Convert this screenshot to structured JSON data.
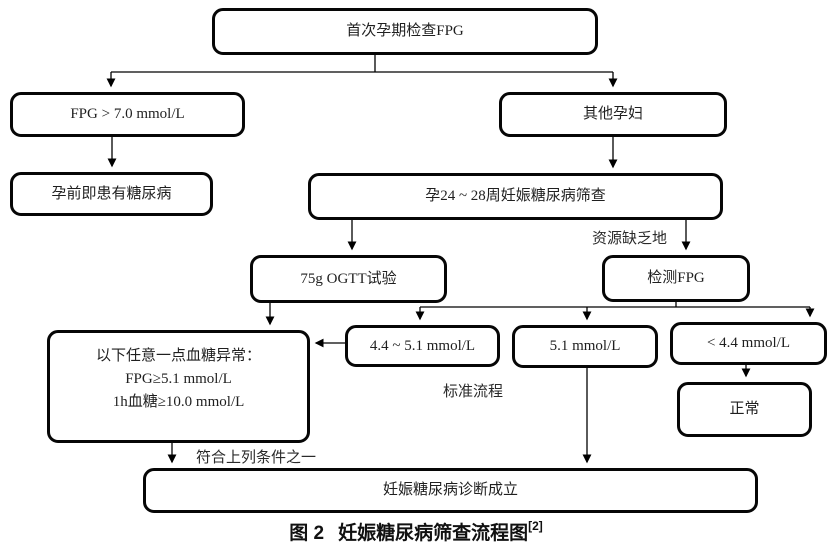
{
  "nodes": {
    "start": {
      "label": "首次孕期检查FPG"
    },
    "fpg_high": {
      "label": "FPG > 7.0 mmol/L"
    },
    "pre_diabetes": {
      "label": "孕前即患有糖尿病"
    },
    "other_pregnant": {
      "label": "其他孕妇"
    },
    "screening": {
      "label": "孕24 ~ 28周妊娠糖尿病筛查"
    },
    "ogtt": {
      "label": "75g OGTT试验"
    },
    "test_fpg": {
      "label": "检测FPG"
    },
    "range_mid": {
      "label": "4.4 ~ 5.1 mmol/L"
    },
    "range_high": {
      "label": "5.1 mmol/L"
    },
    "range_low": {
      "label": "< 4.4 mmol/L"
    },
    "abnormal": {
      "line1": "以下任意一点血糖异常：",
      "line2": "FPG≥5.1 mmol/L",
      "line3": "1h血糖≥10.0 mmol/L"
    },
    "normal": {
      "label": "正常"
    },
    "diagnosis": {
      "label": "妊娠糖尿病诊断成立"
    }
  },
  "edge_labels": {
    "resource_poor": "资源缺乏地",
    "standard_process": "标准流程",
    "meets_condition": "符合上列条件之一"
  },
  "caption": {
    "figure": "图 2",
    "title": "妊娠糖尿病筛查流程图",
    "ref": "[2]"
  },
  "colors": {
    "line": "#000000",
    "border": "#060606",
    "text": "#1f1f1f",
    "background": "#ffffff"
  }
}
